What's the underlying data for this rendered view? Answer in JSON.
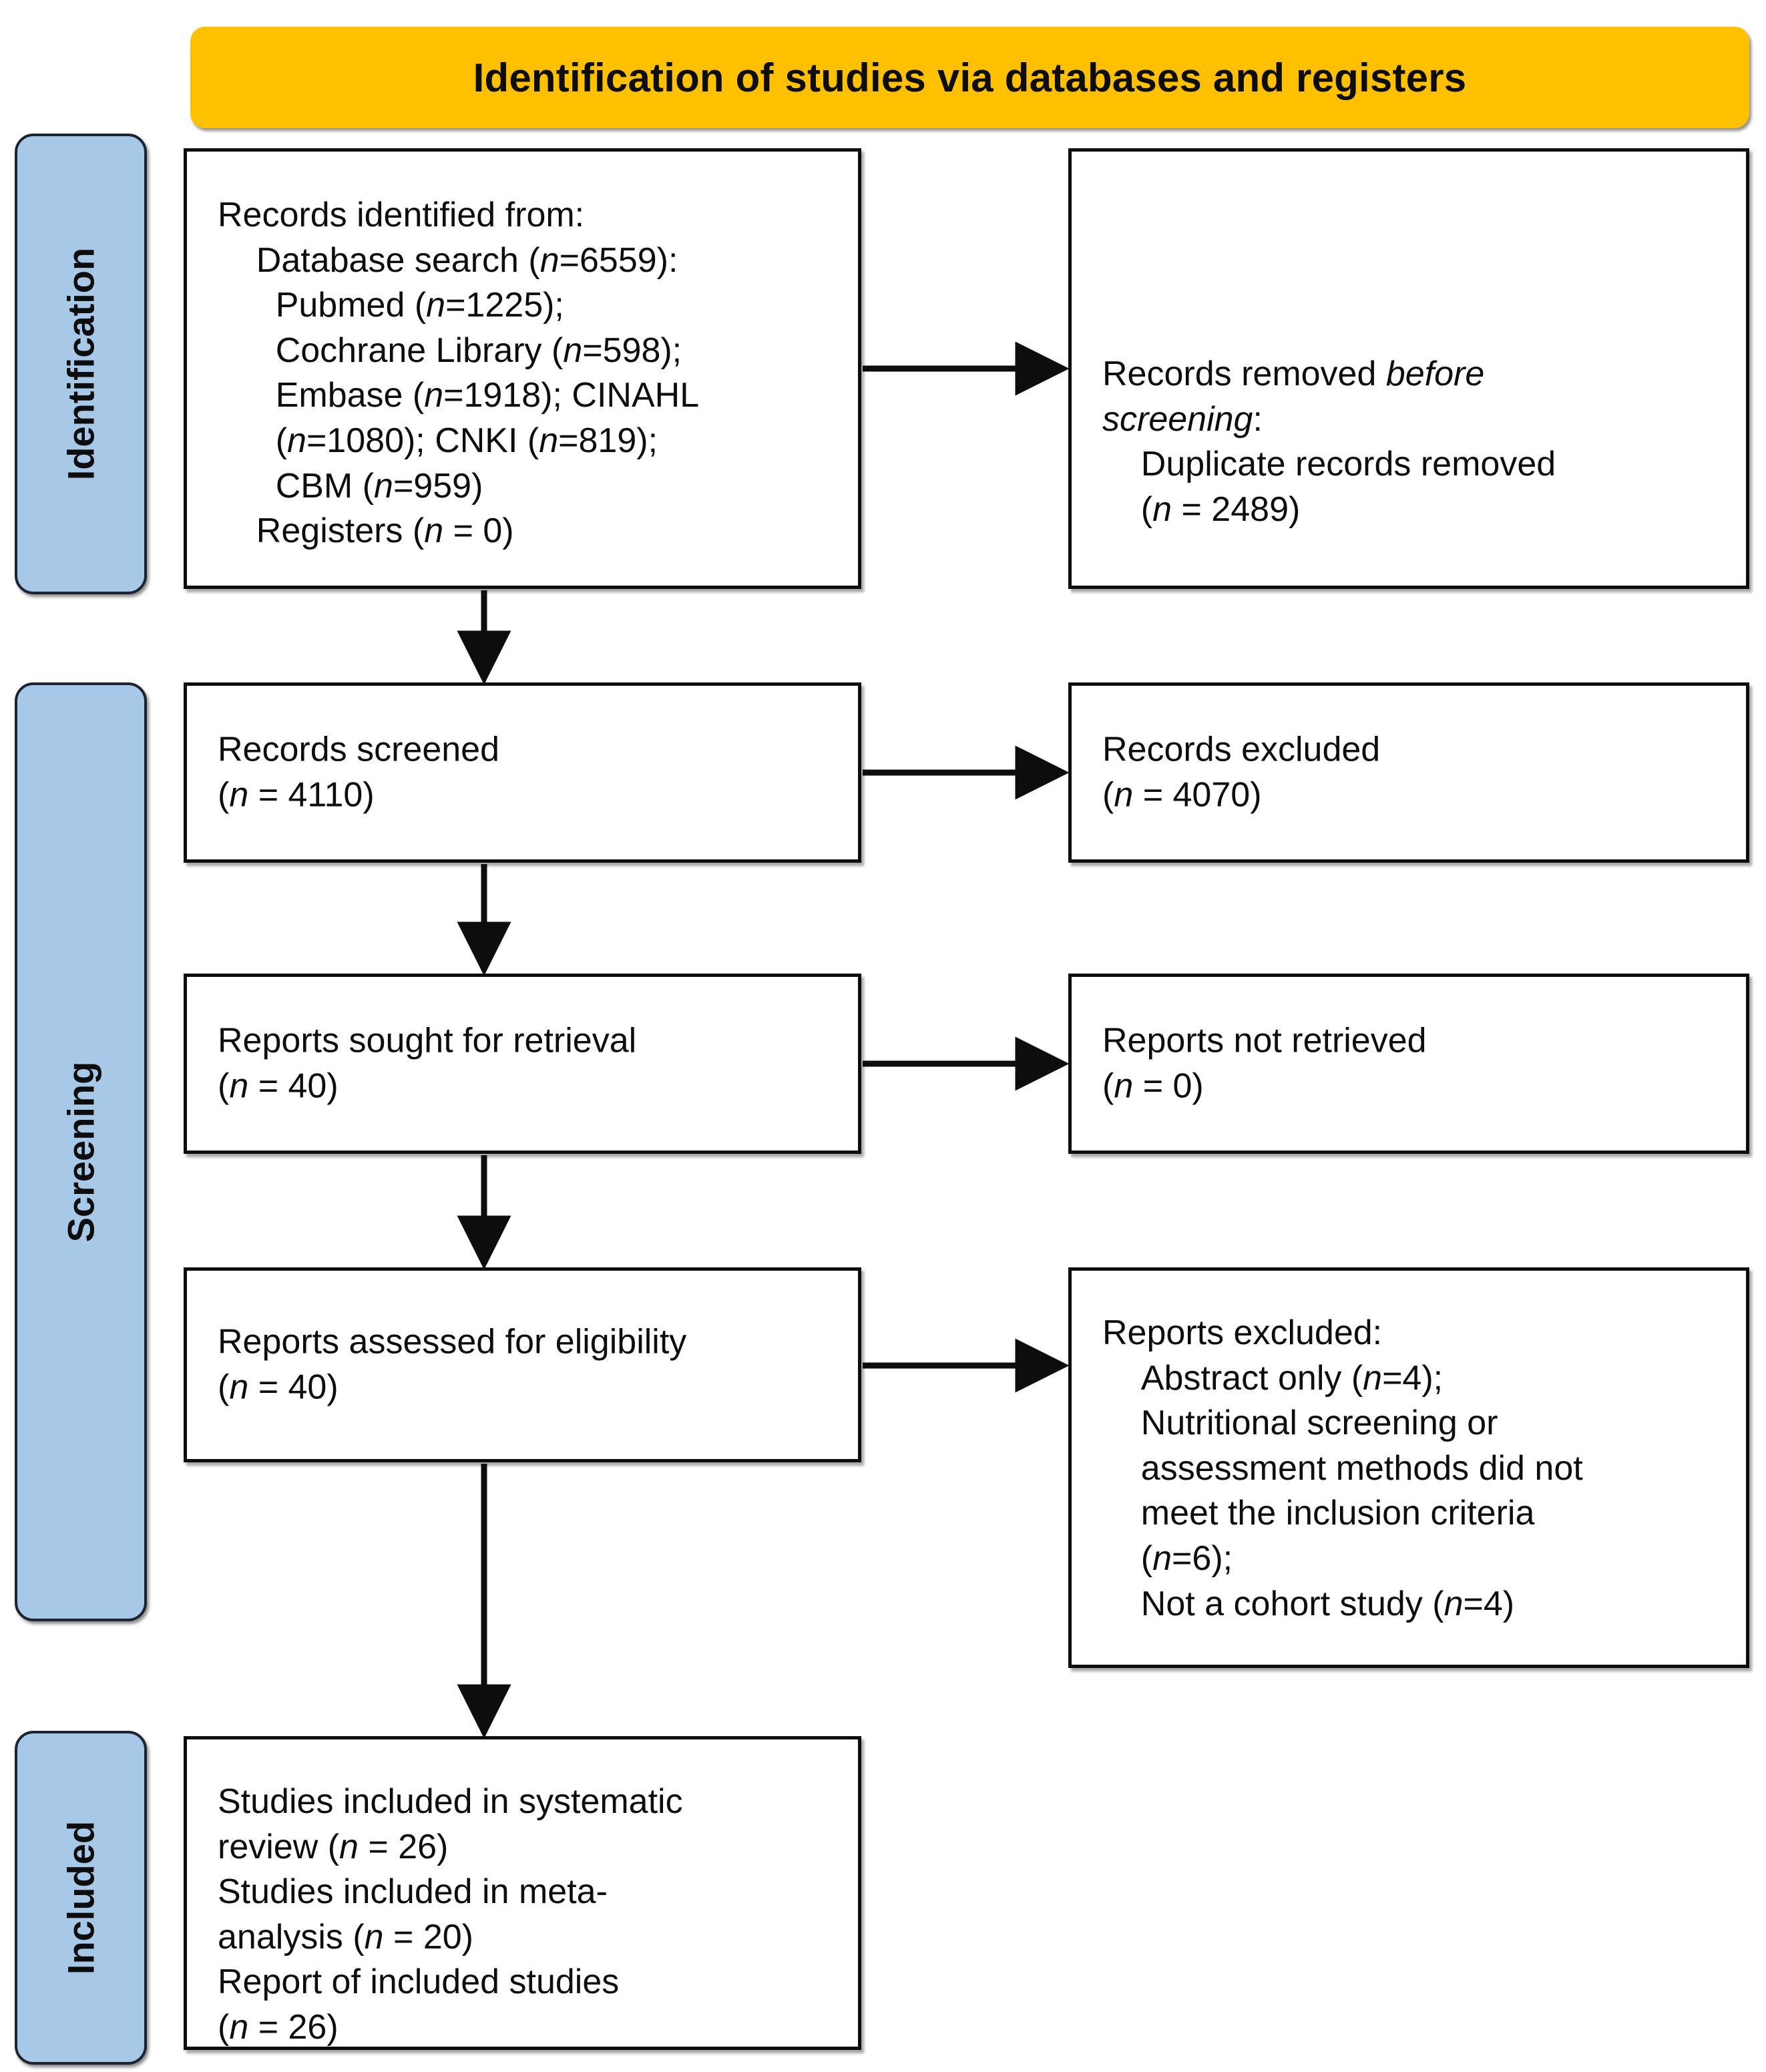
{
  "header": {
    "title": "Identification of studies via databases and registers",
    "color": "#FFC000"
  },
  "colors": {
    "header_gold": "#FFC000",
    "stage_tab_blue": "#A8C8E8",
    "box_border": "#0D0D0D",
    "text": "#0D0D0D",
    "background": "#FFFFFF"
  },
  "stages": [
    {
      "id": "identification",
      "label": "Identification"
    },
    {
      "id": "screening",
      "label": "Screening"
    },
    {
      "id": "included",
      "label": "Included"
    }
  ],
  "boxes": {
    "identified": {
      "name": "records-identified",
      "line1": "Records identified from:",
      "line2": "    Database search (",
      "text": "Records identified from:\n    Database search (n=6559):\n      Pubmed (n=1225);\n      Cochrane Library (n=598);\n      Embase (n=1918); CINAHL\n      (n=1080); CNKI (n=819);\n      CBM (n=959)\n    Registers (n = 0)"
    },
    "removed": {
      "name": "records-removed-before-screening",
      "text": "Records removed before\nscreening:\n    Duplicate records removed\n    (n = 2489)"
    },
    "screened": {
      "name": "records-screened",
      "text": "Records screened\n(n = 4110)"
    },
    "excluded_records": {
      "name": "records-excluded",
      "text": "Records excluded\n(n = 4070)"
    },
    "sought": {
      "name": "reports-sought-for-retrieval",
      "text": "Reports sought for retrieval\n(n = 40)"
    },
    "not_retrieved": {
      "name": "reports-not-retrieved",
      "text": "Reports not retrieved\n(n = 0)"
    },
    "assessed": {
      "name": "reports-assessed-for-eligibility",
      "text": "Reports assessed for eligibility\n(n = 40)"
    },
    "excluded_reports": {
      "name": "reports-excluded",
      "text": "Reports excluded:\n    Abstract only (n=4);\n    Nutritional screening or\n    assessment methods did not\n    meet the inclusion criteria\n    (n=6);\n    Not a cohort study (n=4)"
    },
    "included": {
      "name": "studies-included",
      "text": "Studies included in systematic\nreview (n = 26)\nStudies included in meta-\nanalysis (n = 20)\nReport of included studies\n(n = 26)"
    }
  },
  "counts": {
    "database_search_total": 6559,
    "pubmed": 1225,
    "cochrane_library": 598,
    "embase": 1918,
    "cinahl": 1080,
    "cnki": 819,
    "cbm": 959,
    "registers": 0,
    "duplicates_removed": 2489,
    "records_screened": 4110,
    "records_excluded": 4070,
    "reports_sought": 40,
    "reports_not_retrieved": 0,
    "reports_assessed": 40,
    "excluded_abstract_only": 4,
    "excluded_methods": 6,
    "excluded_not_cohort": 4,
    "included_systematic_review": 26,
    "included_meta_analysis": 20,
    "reports_of_included_studies": 26
  }
}
